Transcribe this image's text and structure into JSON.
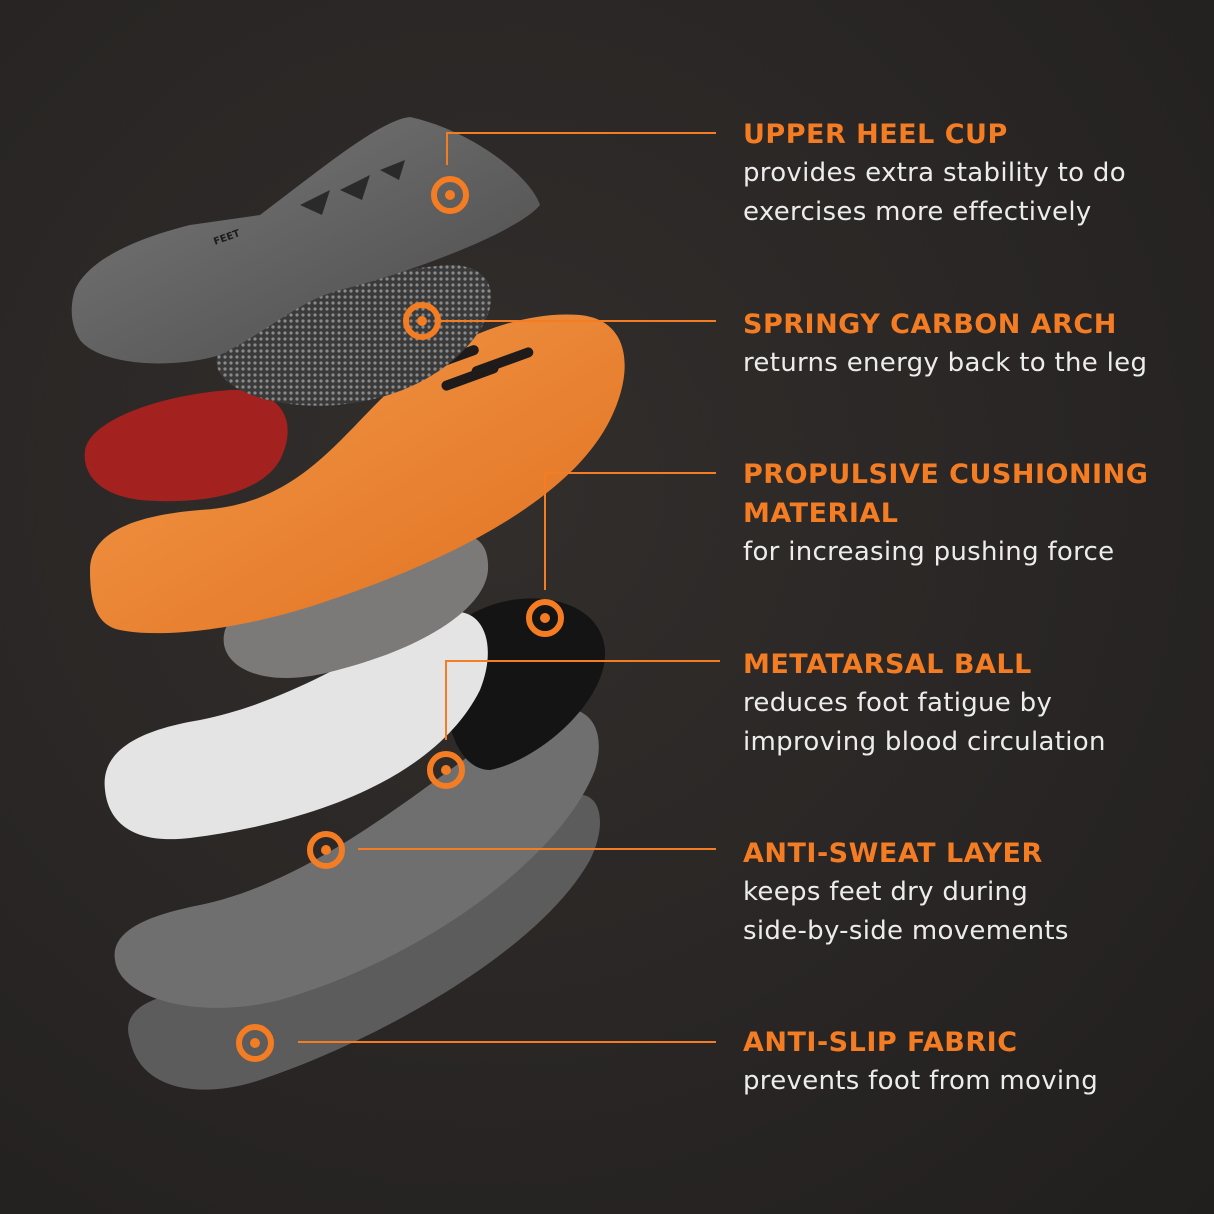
{
  "accent_color": "#f47c22",
  "brand_logo_text": "FEET",
  "callouts": [
    {
      "title": "UPPER HEEL CUP",
      "lines": [
        "provides extra stability to do",
        "exercises more effectively"
      ]
    },
    {
      "title": "SPRINGY CARBON ARCH",
      "lines": [
        "returns energy back to the leg"
      ]
    },
    {
      "title": "PROPULSIVE CUSHIONING",
      "title2": "MATERIAL",
      "lines": [
        "for increasing pushing force"
      ]
    },
    {
      "title": "METATARSAL BALL",
      "lines": [
        "reduces foot fatigue by",
        "improving blood circulation"
      ]
    },
    {
      "title": "ANTI-SWEAT LAYER",
      "lines": [
        "keeps feet dry during",
        "side-by-side movements"
      ]
    },
    {
      "title": "ANTI-SLIP FABRIC",
      "lines": [
        "prevents foot from moving"
      ]
    }
  ]
}
